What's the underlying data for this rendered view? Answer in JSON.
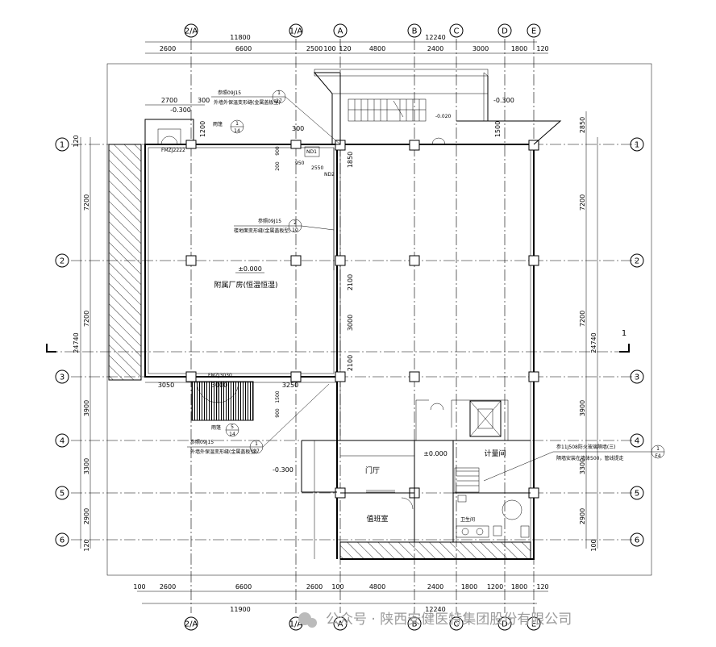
{
  "axes_top": {
    "letters": [
      "2/A",
      "1/A",
      "A",
      "B",
      "C",
      "D",
      "E"
    ],
    "overall_left": "11800",
    "overall_right": "12240",
    "segments": [
      "2600",
      "6600",
      "2500",
      "100",
      "120",
      "4800",
      "2400",
      "3000",
      "1800",
      "120"
    ]
  },
  "axes_bottom": {
    "letters": [
      "2/A",
      "1/A",
      "A",
      "B",
      "C",
      "D",
      "E"
    ],
    "overall_left": "11900",
    "overall_right": "12240",
    "segments": [
      "100",
      "2600",
      "6600",
      "2600",
      "100",
      "4800",
      "2400",
      "1800",
      "1200",
      "1800",
      "120"
    ]
  },
  "axes_side": {
    "numbers": [
      "1",
      "2",
      "3",
      "4",
      "5",
      "6"
    ],
    "left_dims": [
      "120",
      "7200",
      "7200",
      "3900",
      "3300",
      "2900",
      "120"
    ],
    "left_total": "24740",
    "right_dims": [
      "2850",
      "7200",
      "7200",
      "3900",
      "3300",
      "2900",
      "100"
    ],
    "right_total": "24740"
  },
  "section_mark": "1",
  "annotations": {
    "ref_top_left": "参照09J15",
    "ref_top_left_desc": "外墙外保温变形缝(金属盖板型)",
    "ref_top_left_num": "1",
    "ref_top_left_den": "27",
    "elev_top_left": "-0.300",
    "dim_2700": "2700",
    "dim_300a": "300",
    "dim_300b": "300",
    "dim_1200": "1200",
    "yuxing_a": "雨篷",
    "ref_14_num": "1",
    "ref_14_den": "14",
    "door_fm1": "FMZJ2222",
    "nd1": "ND1",
    "nd2": "ND2",
    "dim_950": "950",
    "dim_2550": "2550",
    "dim_200": "200",
    "dim_900": "900",
    "dim_1850": "1850",
    "ref_mid": "参照09J15",
    "ref_mid_desc": "楼地面变形缝(金属盖板型)",
    "ref_mid_num": "2",
    "ref_mid_den": "10",
    "elev_zero": "±0.000",
    "hall_name": "附属厂房(恒温恒湿)",
    "stair_elev": "-0.020",
    "elev_top_right": "-0.300",
    "dim_1500": "1500",
    "dim_2100a": "2100",
    "dim_3000": "3000",
    "dim_2100b": "2100",
    "door_fm2": "FMZJ3030",
    "dim_3050": "3050",
    "dim_3000b": "3000",
    "dim_3250": "3250",
    "dim_1500b": "1500",
    "dim_900b": "900",
    "yuxing_b": "雨篷",
    "ref_bottom_num": "5",
    "ref_bottom_den": "14",
    "ref_bottom_left": "参照09J15",
    "ref_bottom_left_desc": "外墙外保温变形缝(金属盖板型)",
    "ref_bl_num": "1",
    "ref_bl_den": "27",
    "elev_bottom_left": "-0.300",
    "room_menting": "门厅",
    "room_zhiban": "值班室",
    "room_jiliang": "计量间",
    "room_weisheng": "卫生间",
    "elev_zero_b": "±0.000",
    "ref_right": "参11J508防火玻璃隔墙(三)",
    "ref_right_desc": "隔墙安装在墙体500，管线提走",
    "ref_right_num": "1",
    "ref_right_den": "F4"
  },
  "watermark": "公众号 · 陕西安健医特集团股份有限公司"
}
